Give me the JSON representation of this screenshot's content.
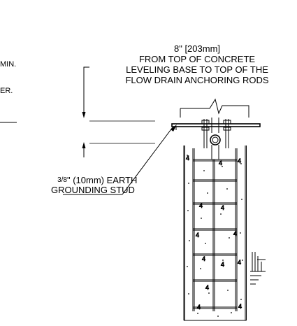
{
  "notes": {
    "note_min_fragment": "MIN.",
    "note_er_fragment": "ER."
  },
  "dimension": {
    "line1": "8\" [203mm]",
    "line2": "FROM TOP OF CONCRETE",
    "line3": "LEVELING BASE TO TOP OF THE",
    "line4": "FLOW DRAIN ANCHORING RODS"
  },
  "callout": {
    "size_fraction": "3/8",
    "line1_rest": "\" (10mm) EARTH",
    "line2": "GROUNDING STUD"
  }
}
